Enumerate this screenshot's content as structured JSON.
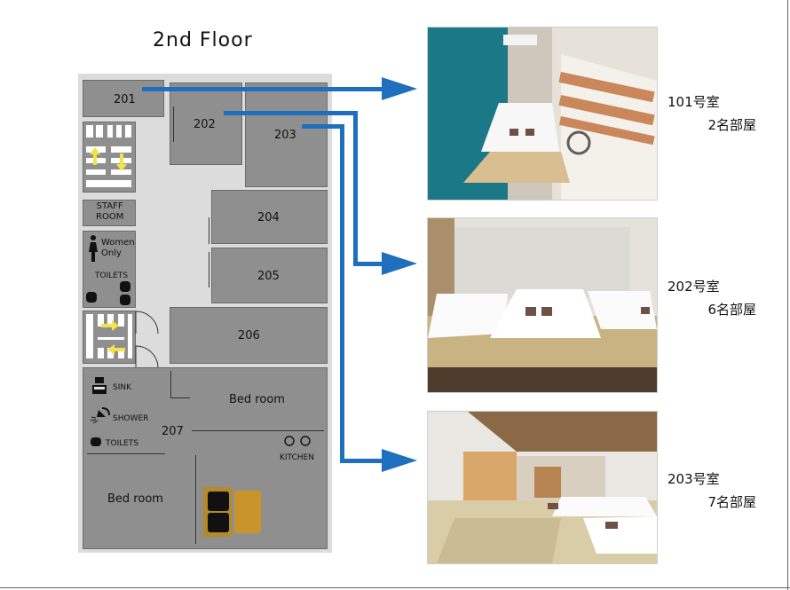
{
  "floor": {
    "title": "2nd Floor",
    "rooms": {
      "r201": "201",
      "r202": "202",
      "r203": "203",
      "r204": "204",
      "r205": "205",
      "r206": "206",
      "r207": "207"
    },
    "staff_room": "STAFF\nROOM",
    "women_only": "Women\nOnly",
    "toilets_women": "TOILETS",
    "sink": "SINK",
    "shower": "SHOWER",
    "toilets_207": "TOILETS",
    "kitchen": "KITCHEN",
    "bedroom_upper": "Bed room",
    "bedroom_lower": "Bed room"
  },
  "photos": [
    {
      "room": "101号室",
      "capacity": "2名部屋"
    },
    {
      "room": "202号室",
      "capacity": "6名部屋"
    },
    {
      "room": "203号室",
      "capacity": "7名部屋"
    }
  ],
  "colors": {
    "arrow": "#1f6fbf",
    "room": "#8f8f8f",
    "corridor": "#dcdcdc",
    "stair_arrow": "#f2e34a"
  }
}
